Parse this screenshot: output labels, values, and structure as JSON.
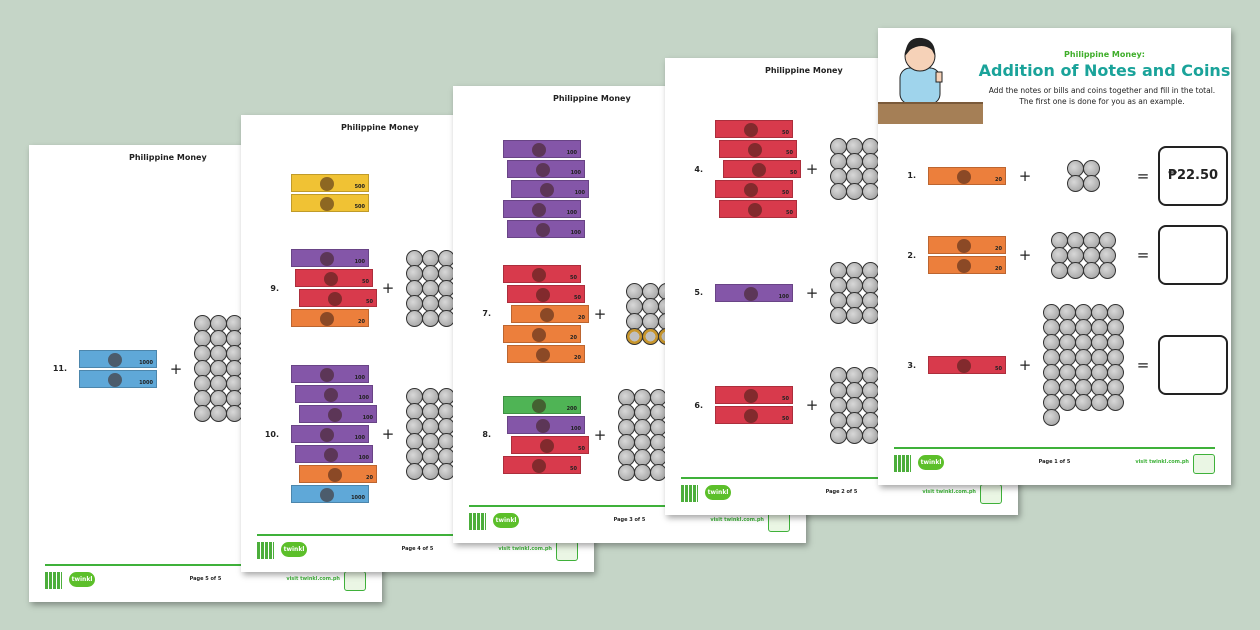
{
  "worksheet": {
    "subtitle": "Philippine Money:",
    "title": "Addition of Notes and Coins",
    "instructions_1": "Add the notes or bills and coins together and fill in the total.",
    "instructions_2": "The first one is done for you as an example.",
    "header_short": "Philippine Money",
    "site": "visit twinkl.com.ph",
    "logo": "twinkl"
  },
  "note_colors": {
    "20": "#ec7f3c",
    "50": "#d83a4c",
    "100": "#8456a8",
    "200": "#4fb455",
    "500": "#f0c234",
    "1000": "#5fa8d8"
  },
  "pages": [
    {
      "page_label": "Page 5 of 5",
      "questions": [
        {
          "number": "11.",
          "notes": [
            "1000",
            "1000"
          ],
          "coins": 34,
          "bimetal": 1
        }
      ]
    },
    {
      "page_label": "Page 4 of 5",
      "questions": [
        {
          "number": "",
          "notes": [
            "500",
            "500"
          ],
          "coins": 0
        },
        {
          "number": "9.",
          "notes": [
            "100",
            "50",
            "50",
            "20"
          ],
          "coins": 24
        },
        {
          "number": "10.",
          "notes": [
            "100",
            "100",
            "100",
            "100",
            "100",
            "20",
            "1000"
          ],
          "coins": 30
        }
      ]
    },
    {
      "page_label": "Page 3 of 5",
      "questions": [
        {
          "number": "",
          "notes": [
            "100",
            "100",
            "100",
            "100",
            "100"
          ],
          "coins": 0
        },
        {
          "number": "7.",
          "notes": [
            "50",
            "50",
            "20",
            "20",
            "20"
          ],
          "coins": 12,
          "bimetal": 3
        },
        {
          "number": "8.",
          "notes": [
            "200",
            "100",
            "50",
            "50"
          ],
          "coins": 30
        }
      ]
    },
    {
      "page_label": "Page 2 of 5",
      "questions": [
        {
          "number": "4.",
          "notes": [
            "50",
            "50",
            "50",
            "50",
            "50"
          ],
          "coins": 18
        },
        {
          "number": "5.",
          "notes": [
            "100"
          ],
          "coins": 20
        },
        {
          "number": "6.",
          "notes": [
            "50",
            "50"
          ],
          "coins": 24
        }
      ]
    },
    {
      "page_label": "Page 1 of 5",
      "questions": [
        {
          "number": "1.",
          "notes": [
            "20"
          ],
          "coins": 4,
          "answer": "₱22.50"
        },
        {
          "number": "2.",
          "notes": [
            "20",
            "20"
          ],
          "coins": 12,
          "answer": ""
        },
        {
          "number": "3.",
          "notes": [
            "50"
          ],
          "coins": 36,
          "answer": ""
        }
      ]
    }
  ]
}
